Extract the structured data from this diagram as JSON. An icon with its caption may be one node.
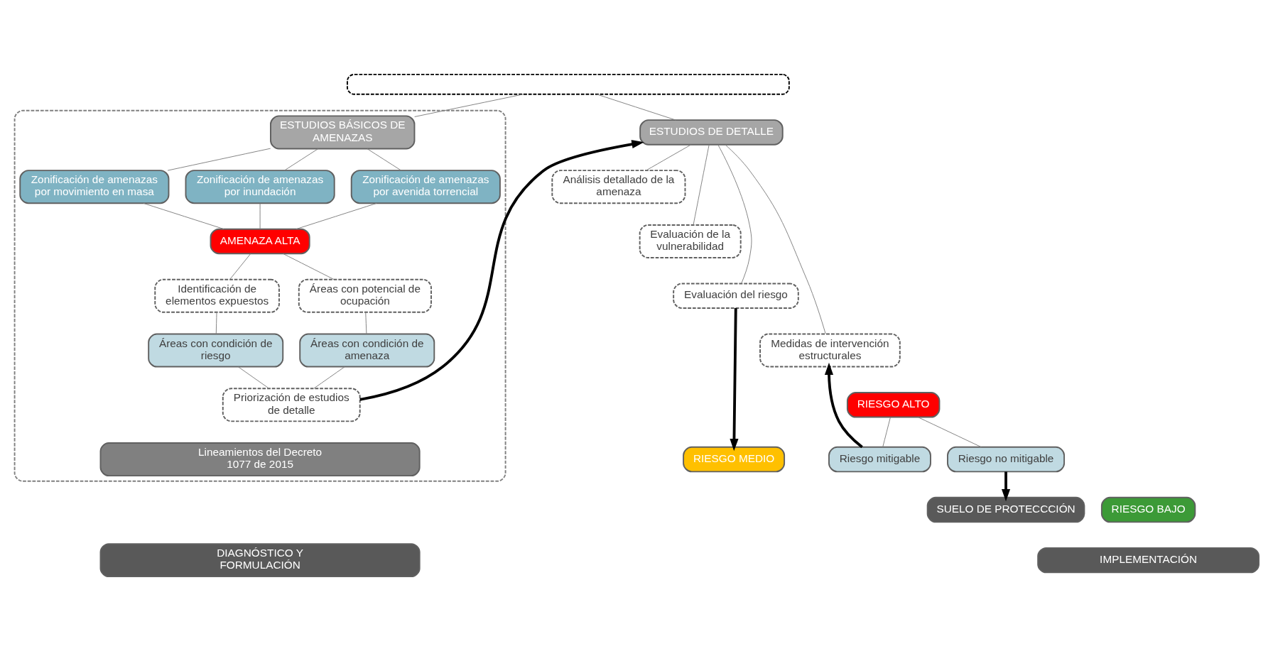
{
  "diagram": {
    "nodes": [
      {
        "text": [],
        "shape": "box"
      },
      {
        "text": [],
        "shape": "box"
      },
      {
        "text": [
          "ESTUDIOS BÁSICOS DE AMENAZAS"
        ],
        "in": 1
      },
      {
        "text": [
          "Zonificación de amenazas por movimiento en masa"
        ],
        "in": 1
      },
      {
        "text": [
          "Zonificación de amenazas por inundación"
        ],
        "in": 1
      },
      {
        "text": [
          "Zonificación de amenazas por avenida torrencial"
        ],
        "in": 1
      },
      {
        "text": [
          "AMENAZA ALTA"
        ],
        "in": 1
      },
      {
        "text": [
          "Identificación de elementos expuestos"
        ],
        "in": 1
      },
      {
        "text": [
          "Áreas con potencial de ocupación"
        ],
        "in": 1
      },
      {
        "text": [
          "Áreas con condición de riesgo"
        ],
        "in": 1
      },
      {
        "text": [
          "Áreas con condición de amenaza"
        ],
        "in": 1
      },
      {
        "text": [
          "Priorización de estudios de detalle"
        ],
        "in": 1
      },
      {
        "text": [
          "Lineamientos del Decreto 1077 de 2015"
        ],
        "in": 1
      },
      {
        "text": [
          "ESTUDIOS DE DETALLE"
        ]
      },
      {
        "text": [
          "Análisis detallado de la amenaza"
        ]
      },
      {
        "text": [
          "Evaluación de la vulnerabilidad"
        ]
      },
      {
        "text": [
          "Evaluación del riesgo"
        ]
      },
      {
        "text": [
          "Medidas de intervención estructurales"
        ]
      },
      {
        "text": [
          "RIESGO ALTO"
        ]
      },
      {
        "text": [
          "Riesgo mitigable"
        ]
      },
      {
        "text": [
          "Riesgo no mitigable"
        ]
      },
      {
        "text": [
          "RIESGO MEDIO"
        ]
      },
      {
        "text": [
          "RIESGO BAJO"
        ]
      },
      {
        "text": [
          "SUELO DE PROTECCCIÓN"
        ]
      },
      {
        "text": [
          "DIAGNÓSTICO Y FORMULACIÓN"
        ]
      },
      {
        "text": [
          "IMPLEMENTACIÓN"
        ]
      }
    ],
    "edges": [
      {
        "from": 0,
        "to": 2,
        "arrow": "none"
      },
      {
        "from": 0,
        "to": 13,
        "arrow": "none"
      },
      {
        "from": 2,
        "to": 3,
        "arrow": "none"
      },
      {
        "from": 2,
        "to": 4,
        "arrow": "none"
      },
      {
        "from": 2,
        "to": 5,
        "arrow": "none"
      },
      {
        "from": 3,
        "to": 6,
        "arrow": "none"
      },
      {
        "from": 4,
        "to": 6,
        "arrow": "none"
      },
      {
        "from": 5,
        "to": 6,
        "arrow": "none"
      },
      {
        "from": 6,
        "to": 7,
        "arrow": "none"
      },
      {
        "from": 6,
        "to": 8,
        "arrow": "none"
      },
      {
        "from": 7,
        "to": 9,
        "arrow": "none"
      },
      {
        "from": 8,
        "to": 10,
        "arrow": "none"
      },
      {
        "from": 9,
        "to": 11,
        "arrow": "none"
      },
      {
        "from": 10,
        "to": 11,
        "arrow": "none"
      },
      {
        "from": 11,
        "to": 13,
        "arrow": "to",
        "style": "thick",
        "color": "#000000"
      },
      {
        "from": 13,
        "to": 14,
        "arrow": "none"
      },
      {
        "from": 13,
        "to": 15,
        "arrow": "none"
      },
      {
        "from": 13,
        "to": 16,
        "arrow": "none"
      },
      {
        "from": 13,
        "to": 17,
        "arrow": "none"
      },
      {
        "from": 16,
        "to": 21,
        "arrow": "to",
        "style": "thick",
        "color": "#000000"
      },
      {
        "from": 18,
        "to": 19,
        "arrow": "none"
      },
      {
        "from": 18,
        "to": 20,
        "arrow": "none"
      },
      {
        "from": 19,
        "to": 17,
        "arrow": "to",
        "style": "thick",
        "color": "#000000"
      },
      {
        "from": 20,
        "to": 23,
        "arrow": "to",
        "style": "thick",
        "color": "#000000"
      }
    ]
  }
}
